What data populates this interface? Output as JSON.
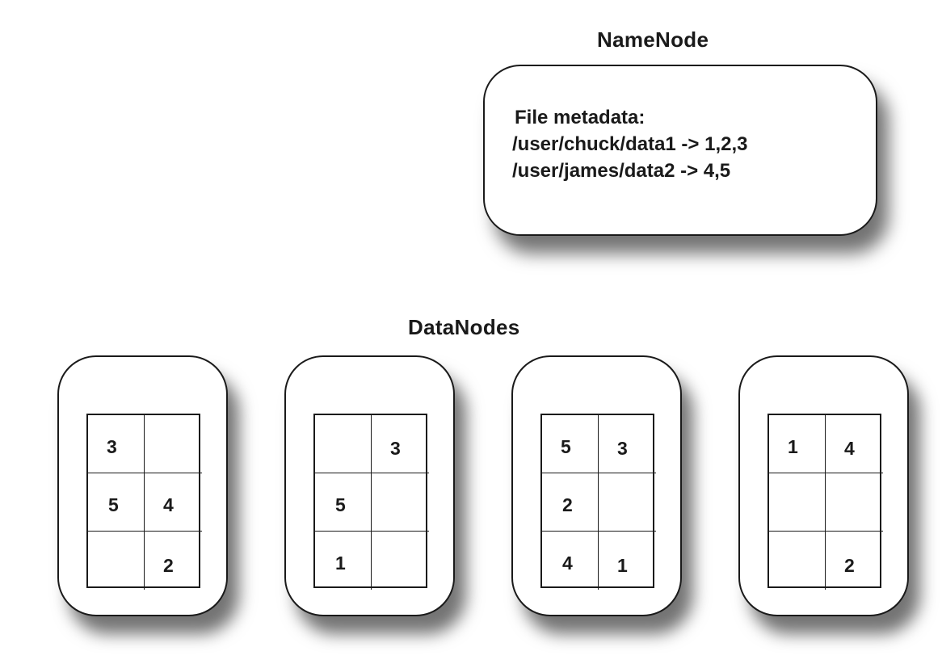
{
  "namenode": {
    "title": "NameNode",
    "metadata_title": "File metadata:",
    "files": [
      "/user/chuck/data1 -> 1,2,3",
      "/user/james/data2 -> 4,5"
    ]
  },
  "datanodes": {
    "title": "DataNodes",
    "nodes": [
      {
        "blocks": [
          "3",
          "",
          "5",
          "4",
          "",
          "2"
        ]
      },
      {
        "blocks": [
          "",
          "3",
          "5",
          "",
          "1",
          ""
        ]
      },
      {
        "blocks": [
          "5",
          "3",
          "2",
          "",
          "4",
          "1"
        ]
      },
      {
        "blocks": [
          "1",
          "4",
          "",
          "",
          "",
          "2"
        ]
      }
    ]
  }
}
